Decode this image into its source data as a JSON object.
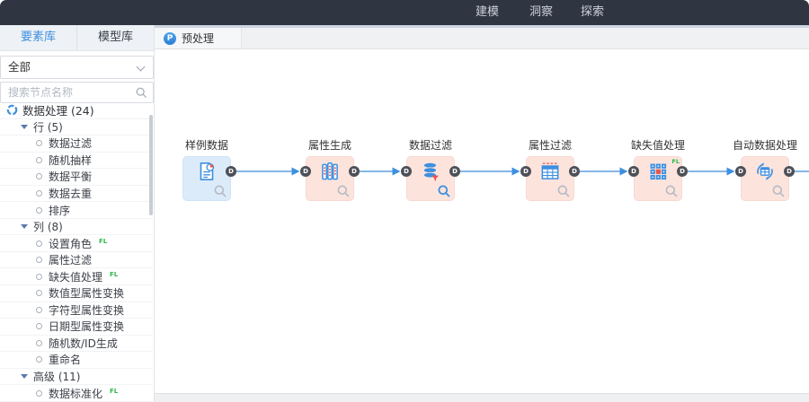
{
  "topnav": {
    "items": [
      {
        "label": "建模"
      },
      {
        "label": "洞察"
      },
      {
        "label": "探索"
      }
    ]
  },
  "sidebar": {
    "tabs": [
      {
        "label": "要素库",
        "active": true
      },
      {
        "label": "模型库",
        "active": false
      }
    ],
    "filter_value": "全部",
    "search_placeholder": "搜索节点名称",
    "tree": [
      {
        "type": "group",
        "icon": "ring-icon",
        "label": "数据处理 (24)"
      },
      {
        "type": "section",
        "label": "行 (5)"
      },
      {
        "type": "leaf",
        "label": "数据过滤"
      },
      {
        "type": "leaf",
        "label": "随机抽样"
      },
      {
        "type": "leaf",
        "label": "数据平衡"
      },
      {
        "type": "leaf",
        "label": "数据去重"
      },
      {
        "type": "leaf",
        "label": "排序"
      },
      {
        "type": "section",
        "label": "列 (8)"
      },
      {
        "type": "leaf",
        "label": "设置角色",
        "tag": "FL"
      },
      {
        "type": "leaf",
        "label": "属性过滤"
      },
      {
        "type": "leaf",
        "label": "缺失值处理",
        "tag": "FL"
      },
      {
        "type": "leaf",
        "label": "数值型属性变换"
      },
      {
        "type": "leaf",
        "label": "字符型属性变换"
      },
      {
        "type": "leaf",
        "label": "日期型属性变换"
      },
      {
        "type": "leaf",
        "label": "随机数/ID生成"
      },
      {
        "type": "leaf",
        "label": "重命名"
      },
      {
        "type": "section",
        "label": "高级 (11)"
      },
      {
        "type": "leaf",
        "label": "数据标准化",
        "tag": "FL"
      }
    ]
  },
  "canvas": {
    "tab": {
      "label": "预处理",
      "icon_letter": "P"
    },
    "port_label": "D",
    "nodes": [
      {
        "label": "样例数据",
        "icon": "file-chart-icon",
        "kind": "source"
      },
      {
        "label": "属性生成",
        "icon": "columns-icon"
      },
      {
        "label": "数据过滤",
        "icon": "database-filter-icon",
        "magnifier": "blue"
      },
      {
        "label": "属性过滤",
        "icon": "table-filter-icon"
      },
      {
        "label": "缺失值处理",
        "icon": "grid-missing-icon",
        "tag": "FL"
      },
      {
        "label": "自动数据处理",
        "icon": "table-refresh-icon"
      }
    ]
  },
  "colors": {
    "accent_blue": "#3d8fe0",
    "nav_dark": "#2f3541",
    "node_blue_bg": "#dcebfa",
    "node_pink_bg": "#fce4dd",
    "wire_blue": "#5d9fe0",
    "fl_green": "#2db84b",
    "icon_red": "#e8564a"
  }
}
